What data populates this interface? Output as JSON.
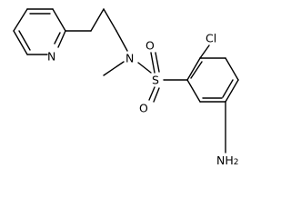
{
  "molecule": {
    "atoms": [
      {
        "id": "n_pyridine",
        "element": "N",
        "label": "N"
      },
      {
        "id": "n_sulfonamide",
        "element": "N",
        "label": "N"
      },
      {
        "id": "s_sulfonyl",
        "element": "S",
        "label": "S"
      },
      {
        "id": "o_upper",
        "element": "O",
        "label": "O"
      },
      {
        "id": "o_lower",
        "element": "O",
        "label": "O"
      },
      {
        "id": "cl",
        "element": "Cl",
        "label": "Cl"
      },
      {
        "id": "amine",
        "element": "N",
        "label": "NH",
        "subscript": "2"
      }
    ]
  },
  "colors": {
    "bond": "#000000",
    "label": "#000000",
    "background": "#ffffff"
  }
}
